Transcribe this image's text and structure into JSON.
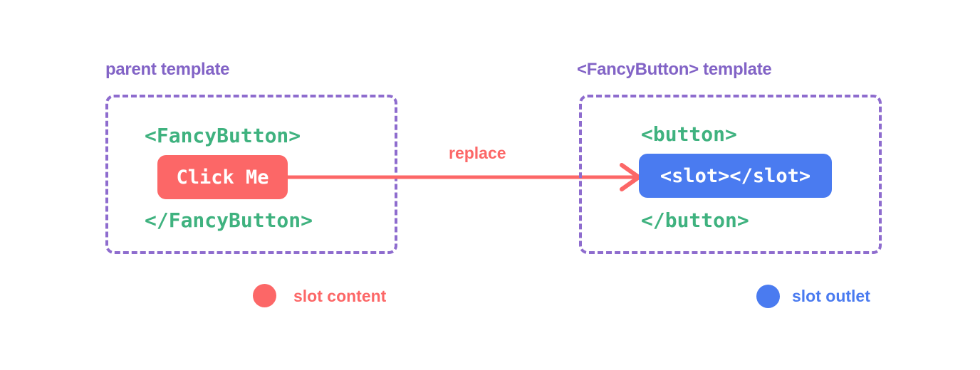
{
  "diagram": {
    "title_semantics": "component slot replacement diagram",
    "colors": {
      "purple_label": "#8263c6",
      "purple_border": "#8e6cce",
      "green_code": "#3fb27f",
      "red_accent": "#fc6767",
      "blue_accent": "#4a7bf0",
      "pill_text": "#ffffff",
      "background": "#ffffff"
    },
    "parent_template": {
      "label": "parent template",
      "open_tag": "<FancyButton>",
      "slot_content_text": "Click Me",
      "close_tag": "</FancyButton>"
    },
    "fancy_button_template": {
      "label": "<FancyButton> template",
      "open_tag": "<button>",
      "slot_outlet_text": "<slot></slot>",
      "close_tag": "</button>"
    },
    "arrow": {
      "label": "replace"
    },
    "legend": {
      "items": [
        {
          "swatch_color": "#fc6767",
          "label": "slot content"
        },
        {
          "swatch_color": "#4a7bf0",
          "label": "slot outlet"
        }
      ]
    }
  }
}
